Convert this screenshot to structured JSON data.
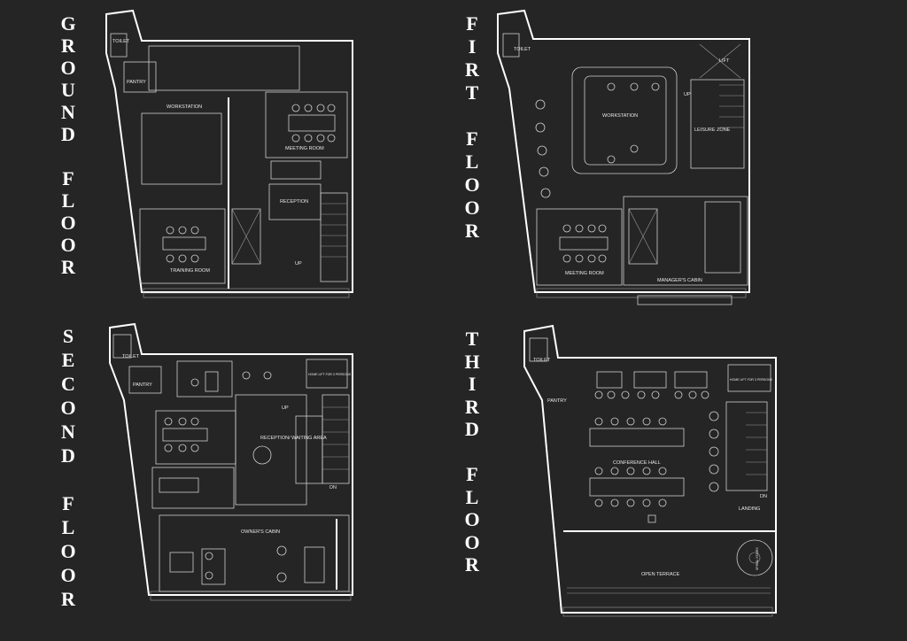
{
  "floors": [
    {
      "id": "ground",
      "title": "GROUND FLOOR",
      "rooms": [
        "TOILET",
        "PANTRY",
        "WORKSTATION",
        "MEETING ROOM",
        "RECEPTION",
        "TRAINING ROOM",
        "UP"
      ]
    },
    {
      "id": "first",
      "title": "FIRT FLOOR",
      "rooms": [
        "TOILET",
        "LIFT",
        "UP",
        "WORKSTATION",
        "LEISURE ZONE",
        "MEETING ROOM",
        "MANAGER'S CABIN"
      ]
    },
    {
      "id": "second",
      "title": "SECOND FLOOR",
      "rooms": [
        "TOILET",
        "PANTRY",
        "HOME LIFT FOR 3 PERSONS",
        "UP",
        "RECEPTION/ WAITING AREA",
        "DN",
        "OWNER'S CABIN"
      ]
    },
    {
      "id": "third",
      "title": "THIRD FLOOR",
      "rooms": [
        "TOILET",
        "PANTRY",
        "HOME LIFT FOR 3 PERSONS",
        "CONFERENCE HALL",
        "DN",
        "LANDING",
        "SPIRAL STAIRS",
        "OPEN TERRACE"
      ]
    }
  ],
  "colors": {
    "background": "#252525",
    "lines": "#ffffff"
  }
}
